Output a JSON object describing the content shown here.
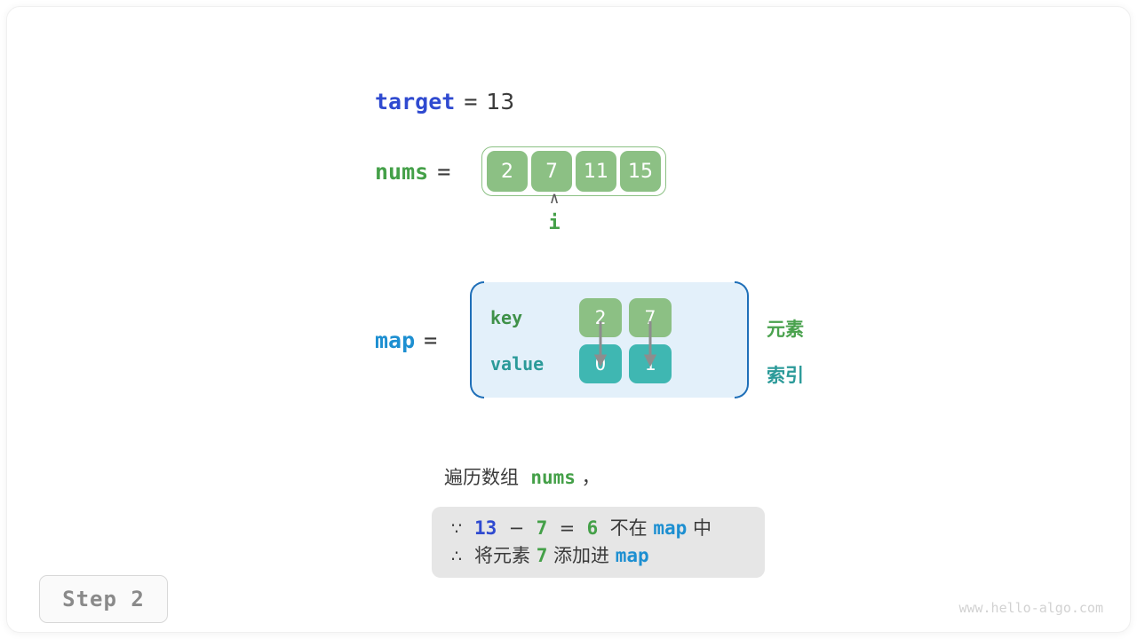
{
  "target": {
    "label": "target",
    "equals": "=",
    "value": "13"
  },
  "nums": {
    "label": "nums",
    "equals": "=",
    "cells": [
      "2",
      "7",
      "11",
      "15"
    ],
    "pointer": {
      "caret": "∧",
      "label": "i",
      "points_to_index": 1
    }
  },
  "map": {
    "label": "map",
    "equals": "=",
    "row_labels": {
      "key": "key",
      "value": "value"
    },
    "entries": [
      {
        "key": "2",
        "value": "0"
      },
      {
        "key": "7",
        "value": "1"
      }
    ],
    "legend": {
      "element": "元素",
      "index": "索引"
    }
  },
  "description": {
    "prefix": "遍历数组",
    "code": "nums",
    "suffix": "，"
  },
  "note": {
    "line1": {
      "symbol": "∵",
      "a": "13",
      "minus": "−",
      "b": "7",
      "eq": "=",
      "result": "6",
      "mid": "不在",
      "map": "map",
      "tail": "中"
    },
    "line2": {
      "symbol": "∴",
      "pre": "将元素",
      "num": "7",
      "mid": "添加进",
      "map": "map"
    }
  },
  "step": {
    "label": "Step 2"
  },
  "watermark": {
    "text": "www.hello-algo.com"
  },
  "colors": {
    "royal_blue": "#2f4ad0",
    "light_blue": "#1d8fd1",
    "green": "#44a048",
    "cell_green": "#8cc084",
    "teal": "#3fb7b2",
    "map_bg": "#e3f0fa",
    "map_border": "#1f6fb8",
    "note_bg": "#e6e6e6",
    "gray_text": "#8a8a8a"
  }
}
